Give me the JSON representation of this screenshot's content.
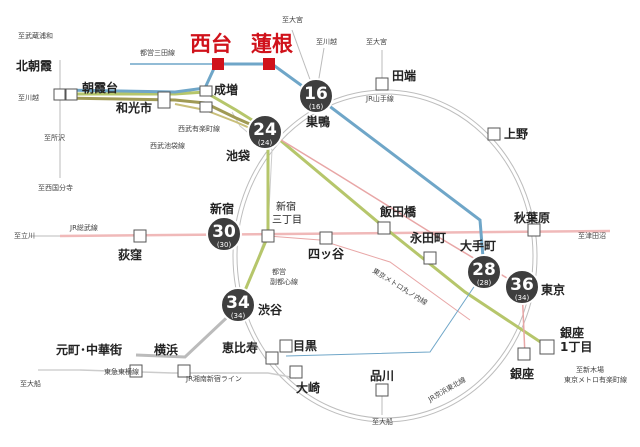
{
  "highlight": {
    "station1": "西台",
    "station2": "蓮根",
    "color": "#d0121b"
  },
  "lines": {
    "mita": "都営三田線",
    "yamanote": "JR山手線",
    "seibu_yurakucho": "西武有楽町線",
    "seibu_ikebukuro": "西武池袋線",
    "sobu": "JR総武線",
    "fukutoshin": "都営\n副都心線",
    "marunouchi": "東京メトロ丸ノ内線",
    "toyoko": "東急東横線",
    "shonan_shinjuku": "JR湘南新宿ライン",
    "keihin_tohoku": "JR京浜東北線",
    "tokyo_metro_yurakucho": "東京メトロ有楽町線"
  },
  "directions": {
    "musashi_urawa": "至武蔵浦和",
    "kawagoe_left": "至川越",
    "omiya_top": "至大宮",
    "kawagoe_top": "至川越",
    "omiya_right": "至大宮",
    "tokorozawa": "至所沢",
    "nishi_kokubunji": "至西国分寺",
    "tachikawa": "至立川",
    "tsudanuma": "至津田沼",
    "ofuna_left": "至大船",
    "ofuna_bottom": "至大船",
    "shin_kiba": "至新木場"
  },
  "stations": {
    "kita_asaka": "北朝霞",
    "asakadai": "朝霞台",
    "wakoshi": "和光市",
    "narimasu": "成増",
    "tabata": "田端",
    "sugamo": "巣鴨",
    "ikebukuro": "池袋",
    "ueno": "上野",
    "shinjuku": "新宿",
    "shinjuku_sanchome": "新宿\n三丁目",
    "iidabashi": "飯田橋",
    "akihabara": "秋葉原",
    "ogikubo": "荻窪",
    "yotsuya": "四ッ谷",
    "nagatacho": "永田町",
    "otemachi": "大手町",
    "tokyo": "東京",
    "shibuya": "渋谷",
    "motomachi": "元町･中華街",
    "yokohama": "横浜",
    "ebisu": "恵比寿",
    "meguro": "目黒",
    "osaki": "大崎",
    "shinagawa": "品川",
    "ginza_itchome": "銀座\n1丁目",
    "ginza": "銀座"
  },
  "travel_minutes": [
    {
      "station": "sugamo",
      "minutes": "16",
      "sub": "(16)"
    },
    {
      "station": "ikebukuro",
      "minutes": "24",
      "sub": "(24)"
    },
    {
      "station": "shinjuku",
      "minutes": "30",
      "sub": "(30)"
    },
    {
      "station": "otemachi",
      "minutes": "28",
      "sub": "(28)"
    },
    {
      "station": "tokyo",
      "minutes": "36",
      "sub": "(34)"
    },
    {
      "station": "shibuya",
      "minutes": "34",
      "sub": "(34)"
    }
  ],
  "colors": {
    "mita_line": "#6fa6c8",
    "yellow_green_line": "#b6c66b",
    "olive_line": "#a09a55",
    "pink_line": "#e8a6a6",
    "grey_line": "#bbbbbb",
    "circle_line": "#bdbdbd",
    "badge": "#3e3e3e"
  }
}
